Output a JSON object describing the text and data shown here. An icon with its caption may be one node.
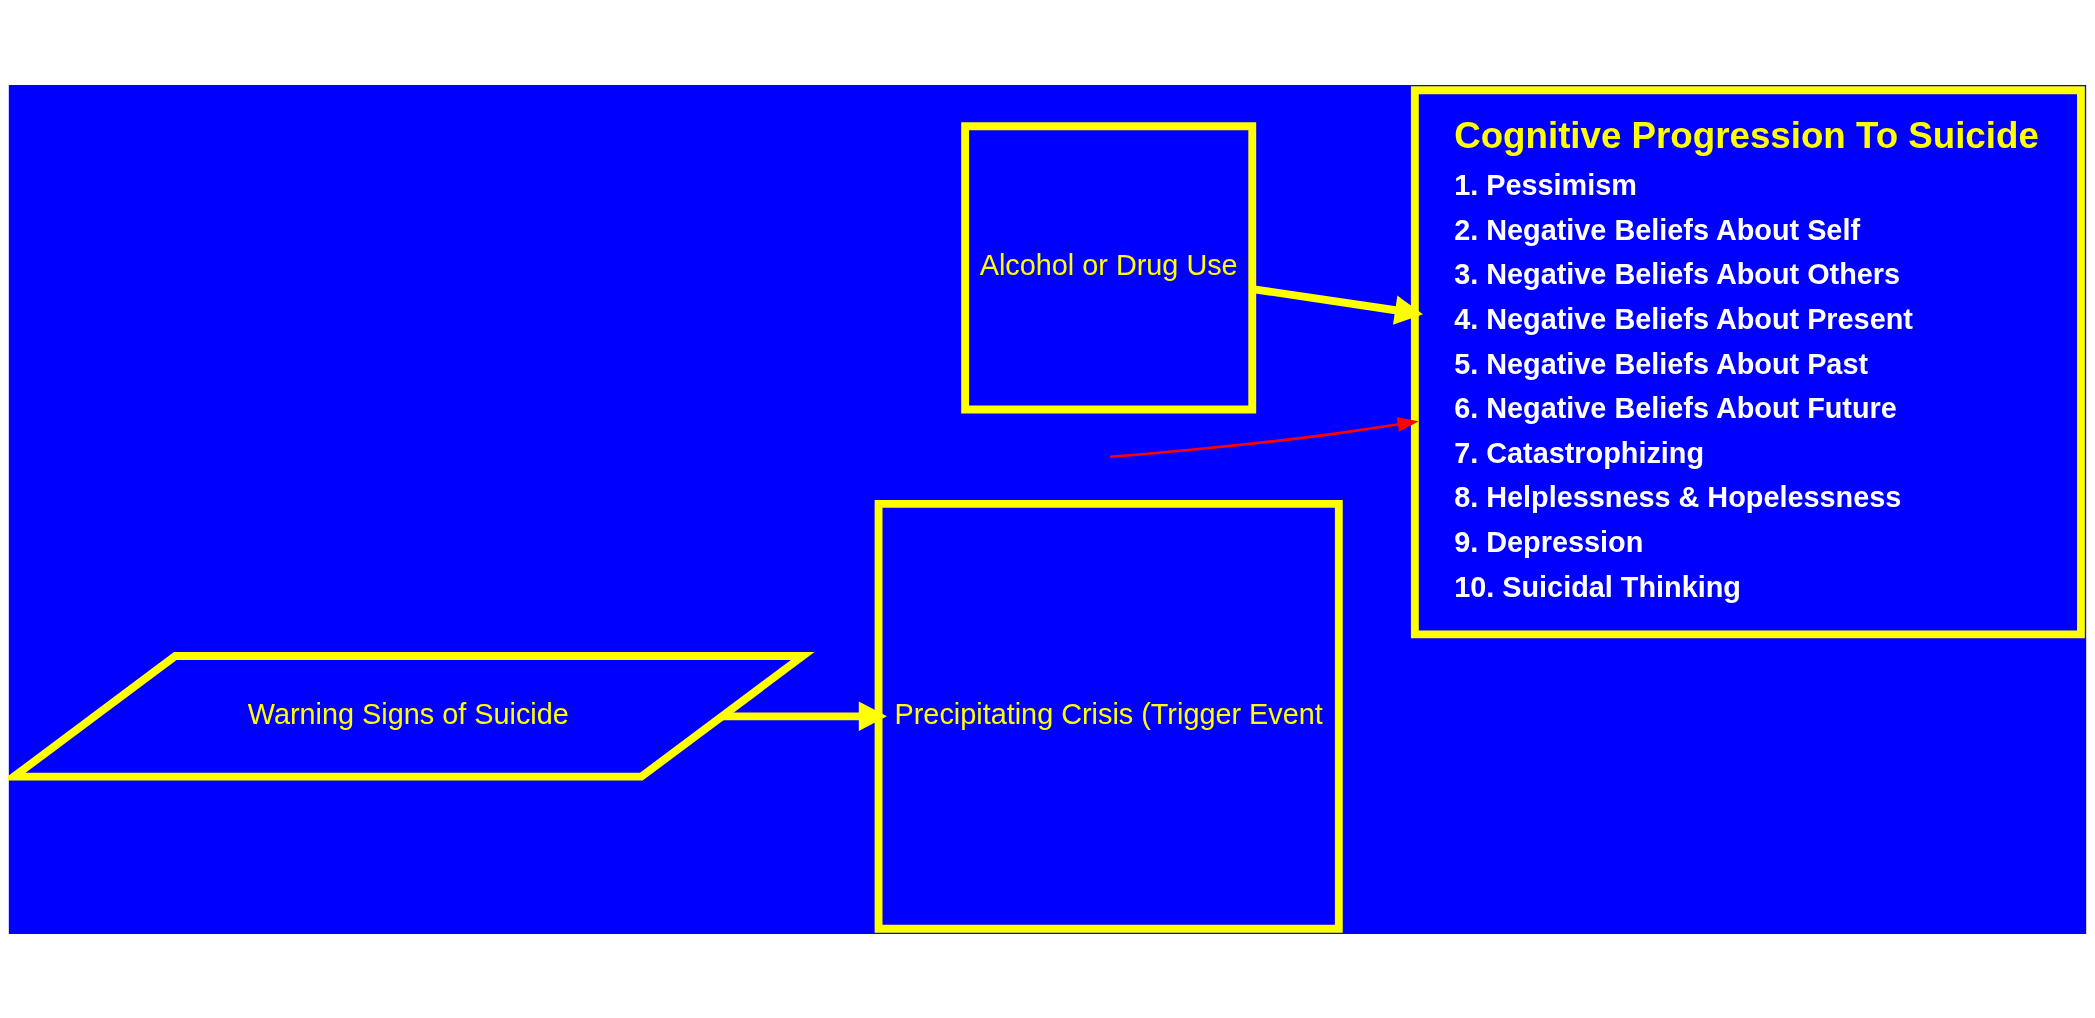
{
  "diagram": {
    "nodes": [
      {
        "text": [
          "Warning Signs of Suicide"
        ]
      },
      {
        "text": [
          "Precipitating Crisis (Trigger Event"
        ]
      },
      {
        "text": [
          "Alcohol or Drug Use"
        ]
      },
      {
        "text": [
          "Cognitive Progression To Suicide",
          "1. Pessimism",
          "2. Negative Beliefs About Self",
          "3. Negative Beliefs About Others",
          "4. Negative Beliefs About Present",
          "5. Negative Beliefs About Past",
          "6. Negative Beliefs About Future",
          "7. Catastrophizing",
          "8. Helplessness & Hopelessness",
          "9. Depression",
          "10. Suicidal Thinking"
        ]
      }
    ],
    "edges": [
      {
        "from": 0,
        "to": 1,
        "arrow": "to"
      },
      {
        "from": 2,
        "to": 3,
        "arrow": "to"
      },
      {
        "from": null,
        "to": 3,
        "arrow": "to",
        "color": "#ff0000"
      }
    ]
  }
}
